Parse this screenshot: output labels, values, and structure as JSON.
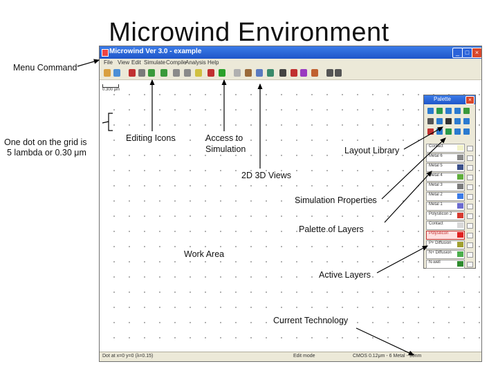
{
  "slide": {
    "title": "Microwind Environment",
    "annotations": {
      "menu_command": "Menu Command",
      "grid_note_1": "One dot on the grid is",
      "grid_note_2": "5 lambda or 0.30 μm",
      "editing_icons": "Editing Icons",
      "access_sim_1": "Access to",
      "access_sim_2": "Simulation",
      "layout_library": "Layout Library",
      "views_2d3d": "2D 3D Views",
      "simulation_properties": "Simulation Properties",
      "palette_of_layers": "Palette of Layers",
      "work_area": "Work Area",
      "active_layers": "Active Layers",
      "current_technology": "Current Technology"
    }
  },
  "app": {
    "title": "Microwind Ver 3.0 - example",
    "menu": [
      "File",
      "View",
      "Edit",
      "Simulate",
      "Compile",
      "Analysis",
      "Help"
    ],
    "scale_label": "0.300 μm",
    "status_left": "Dot at x=0 y=0 (λ=0.15)",
    "status_mid": "Edit mode",
    "status_right": "CMOS 0.12μm - 6 Metal - 90nm"
  },
  "palette": {
    "title": "Palette",
    "layers": [
      {
        "label": "Contact",
        "color": "#f2f2c8"
      },
      {
        "label": "Metal 6",
        "color": "#888888"
      },
      {
        "label": "Metal 5",
        "color": "#3a4f8a"
      },
      {
        "label": "Metal 4",
        "color": "#5fae3b"
      },
      {
        "label": "Metal 3",
        "color": "#7a7a7a"
      },
      {
        "label": "Metal 2",
        "color": "#3b7be8"
      },
      {
        "label": "Metal 1",
        "color": "#6b6bd0"
      },
      {
        "label": "Polysilicon 2",
        "color": "#d63a2f"
      },
      {
        "label": "Contact",
        "color": "#d8d8d8"
      },
      {
        "label": "Polysilicon",
        "color": "#e02020"
      },
      {
        "label": "P+ Diffusion",
        "color": "#a0a030"
      },
      {
        "label": "N+ Diffusion",
        "color": "#4caf4c"
      },
      {
        "label": "N-well",
        "color": "#2e8b2e"
      }
    ],
    "active_layer": "Polysilicon"
  }
}
